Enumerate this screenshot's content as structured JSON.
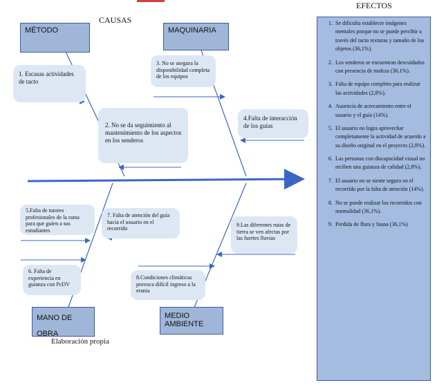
{
  "headers": {
    "causas": "CAUSAS",
    "efectos": "EFECTOS"
  },
  "categories": {
    "metodo": "MÉTODO",
    "maquinaria": "MAQUINARIA",
    "mano_de_obra": "MANO DE OBRA",
    "medio_ambiente": "MEDIO AMBIENTE"
  },
  "causes": [
    "1. Escasas actividades de tacto",
    "2. No se da seguimiento al mantenimiento de los aspectos en los senderos",
    "3. No se asegura la disponibilidad completa de los equipos",
    "4.Falta de interacción de los guías",
    "5.Falta de tutores profesionales de la rama para que guíen a sus estudiantes",
    "6. Falta de experiencia en guianza con PcDV",
    "7. Falta de atención del guía hacia el usuario en el recorrido",
    "8.Condiciones climáticas provoca difícil ingreso a la erania",
    "9.Las diferentes rutas de tierra se ven afectas por las fuertes lluvias"
  ],
  "effects": [
    "Se dificulta establecer imágenes mentales porque no se puede percibir a través del tacto texturas y tamaño de los objetos (36,1%).",
    "Los senderos se encuentran descuidados con presencia de maleza (36,1%).",
    "Falta de equipo completo para realizar las actividades (2,8%).",
    "Ausencia de acercamiento entre el usuario y el guía (14%).",
    "El usuario no logra aprovechar completamente la actividad de acuerdo a su diseño original en el proyecto (2,8%).",
    "Las personas con discapacidad visual no reciben una guianza de calidad (2,8%).",
    "El usuario no se siente seguro en el recorrido por la falta de atención (14%).",
    "No se puede realizar los recorridos con normalidad (36,1%).",
    "Perdida de flora y fauna (36,1%)"
  ],
  "source": "Elaboración propia",
  "colors": {
    "arrow": "#3a66c4",
    "category_fill": "#9fb6d8",
    "cause_fill": "#dde7f4",
    "effects_fill": "#a4bce0"
  }
}
